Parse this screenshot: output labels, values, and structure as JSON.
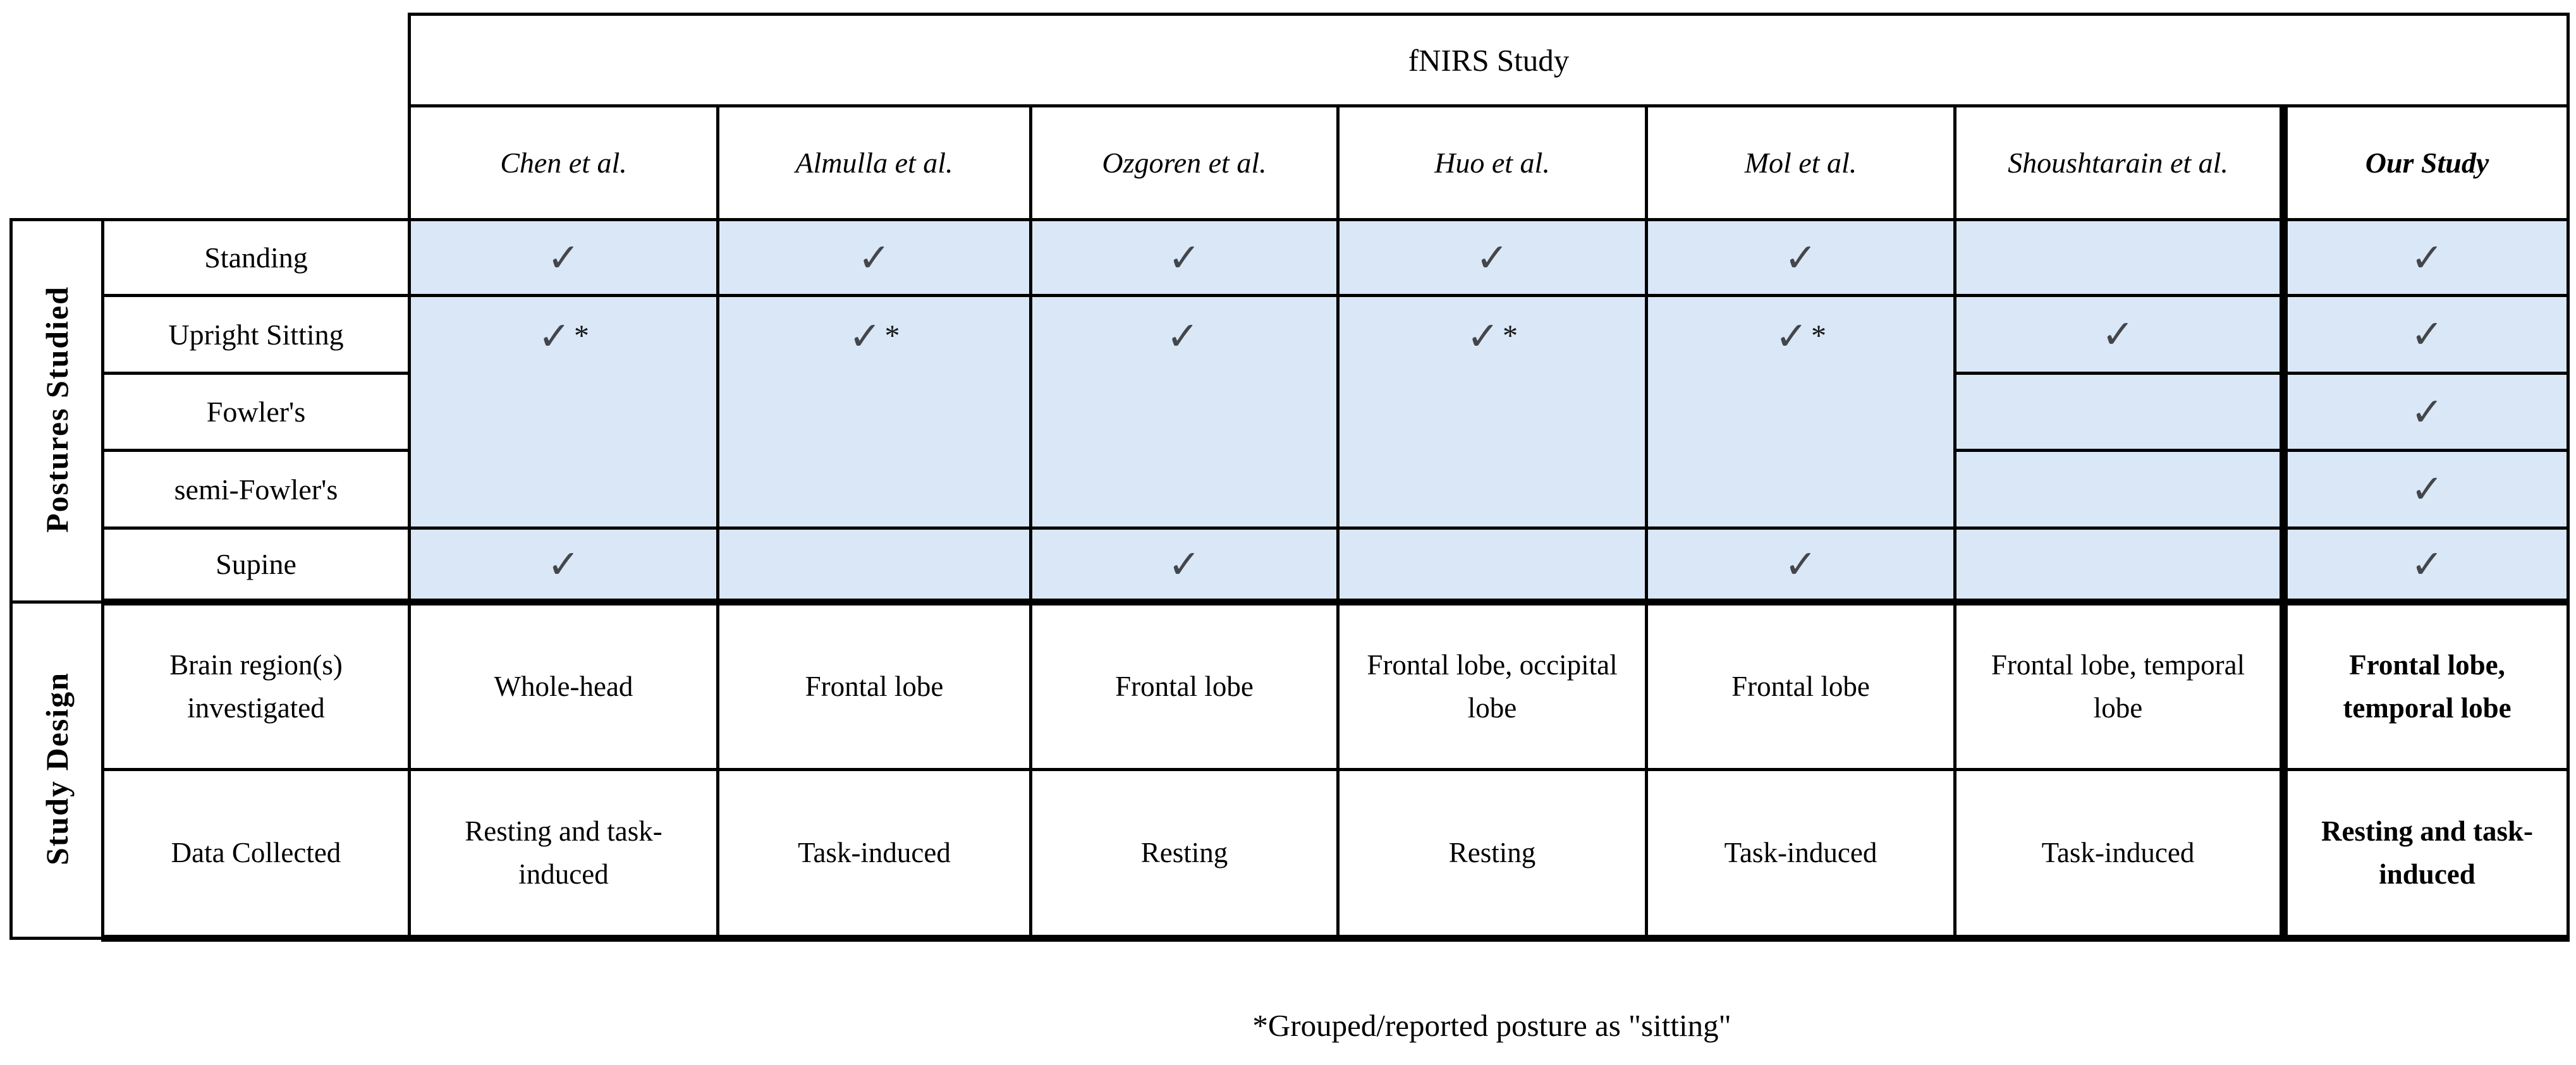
{
  "header": {
    "title": "fNIRS Study",
    "studies": [
      "Chen et al.",
      "Almulla et al.",
      "Ozgoren et al.",
      "Huo et al.",
      "Mol et al.",
      "Shoushtarain et al.",
      "Our Study"
    ]
  },
  "postures": {
    "group_label": "Postures Studied",
    "rows": [
      {
        "label": "Standing",
        "cells": [
          {
            "mark": "✓"
          },
          {
            "mark": "✓"
          },
          {
            "mark": "✓"
          },
          {
            "mark": "✓"
          },
          {
            "mark": "✓"
          },
          {},
          {
            "mark": "✓"
          }
        ]
      },
      {
        "label": "Upright Sitting",
        "cells": [
          {
            "mark": "✓",
            "star": "*"
          },
          {
            "mark": "✓",
            "star": "*"
          },
          {
            "mark": "✓"
          },
          {
            "mark": "✓",
            "star": "*"
          },
          {
            "mark": "✓",
            "star": "*"
          },
          {
            "mark": "✓"
          },
          {
            "mark": "✓"
          }
        ]
      },
      {
        "label": "Fowler's",
        "cells": [
          {},
          {
            "mark": "✓"
          }
        ]
      },
      {
        "label": "semi-Fowler's",
        "cells": [
          {},
          {
            "mark": "✓"
          }
        ]
      },
      {
        "label": "Supine",
        "cells": [
          {
            "mark": "✓"
          },
          {},
          {
            "mark": "✓"
          },
          {},
          {
            "mark": "✓"
          },
          {},
          {
            "mark": "✓"
          }
        ]
      }
    ]
  },
  "design": {
    "group_label": "Study Design",
    "rows": [
      {
        "label": "Brain region(s) investigated",
        "cells": [
          "Whole-head",
          "Frontal lobe",
          "Frontal lobe",
          "Frontal lobe, occipital lobe",
          "Frontal lobe",
          "Frontal lobe, temporal lobe",
          "Frontal lobe, temporal lobe"
        ]
      },
      {
        "label": "Data Collected",
        "cells": [
          "Resting and task-induced",
          "Task-induced",
          "Resting",
          "Resting",
          "Task-induced",
          "Task-induced",
          "Resting and task-induced"
        ]
      }
    ]
  },
  "footnote": "*Grouped/reported posture as \"sitting\"",
  "colors": {
    "cell_highlight": "#d9e7f7",
    "checkmark": "#43464a",
    "border": "#000000"
  }
}
